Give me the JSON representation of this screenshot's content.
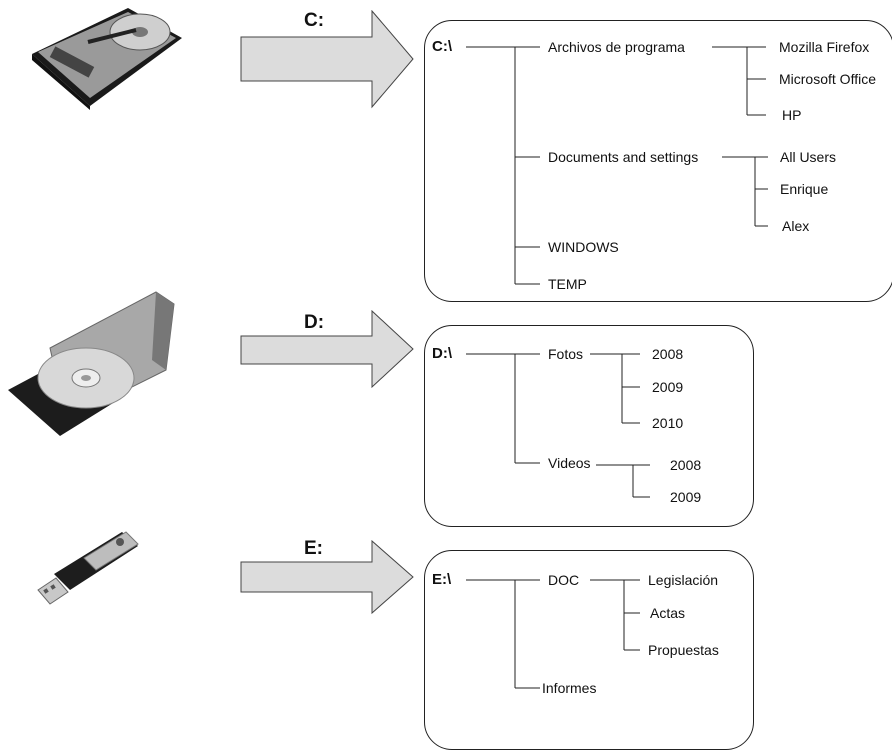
{
  "drives": [
    {
      "id": "c",
      "arrow_label": "C:",
      "root": "C:\\",
      "icon": "hard-disk-icon"
    },
    {
      "id": "d",
      "arrow_label": "D:",
      "root": "D:\\",
      "icon": "optical-drive-icon"
    },
    {
      "id": "e",
      "arrow_label": "E:",
      "root": "E:\\",
      "icon": "usb-stick-icon"
    }
  ],
  "tree_c": {
    "level1": [
      "Archivos de programa",
      "Documents and settings",
      "WINDOWS",
      "TEMP"
    ],
    "archivos_children": [
      "Mozilla Firefox",
      "Microsoft Office",
      "HP"
    ],
    "documents_children": [
      "All Users",
      "Enrique",
      "Alex"
    ]
  },
  "tree_d": {
    "level1": [
      "Fotos",
      "Videos"
    ],
    "fotos_children": [
      "2008",
      "2009",
      "2010"
    ],
    "videos_children": [
      "2008",
      "2009"
    ]
  },
  "tree_e": {
    "level1": [
      "DOC",
      "Informes"
    ],
    "doc_children": [
      "Legislación",
      "Actas",
      "Propuestas"
    ]
  },
  "colors": {
    "arrow_fill": "#dcdcdc",
    "line": "#222222",
    "box_border": "#222222"
  }
}
